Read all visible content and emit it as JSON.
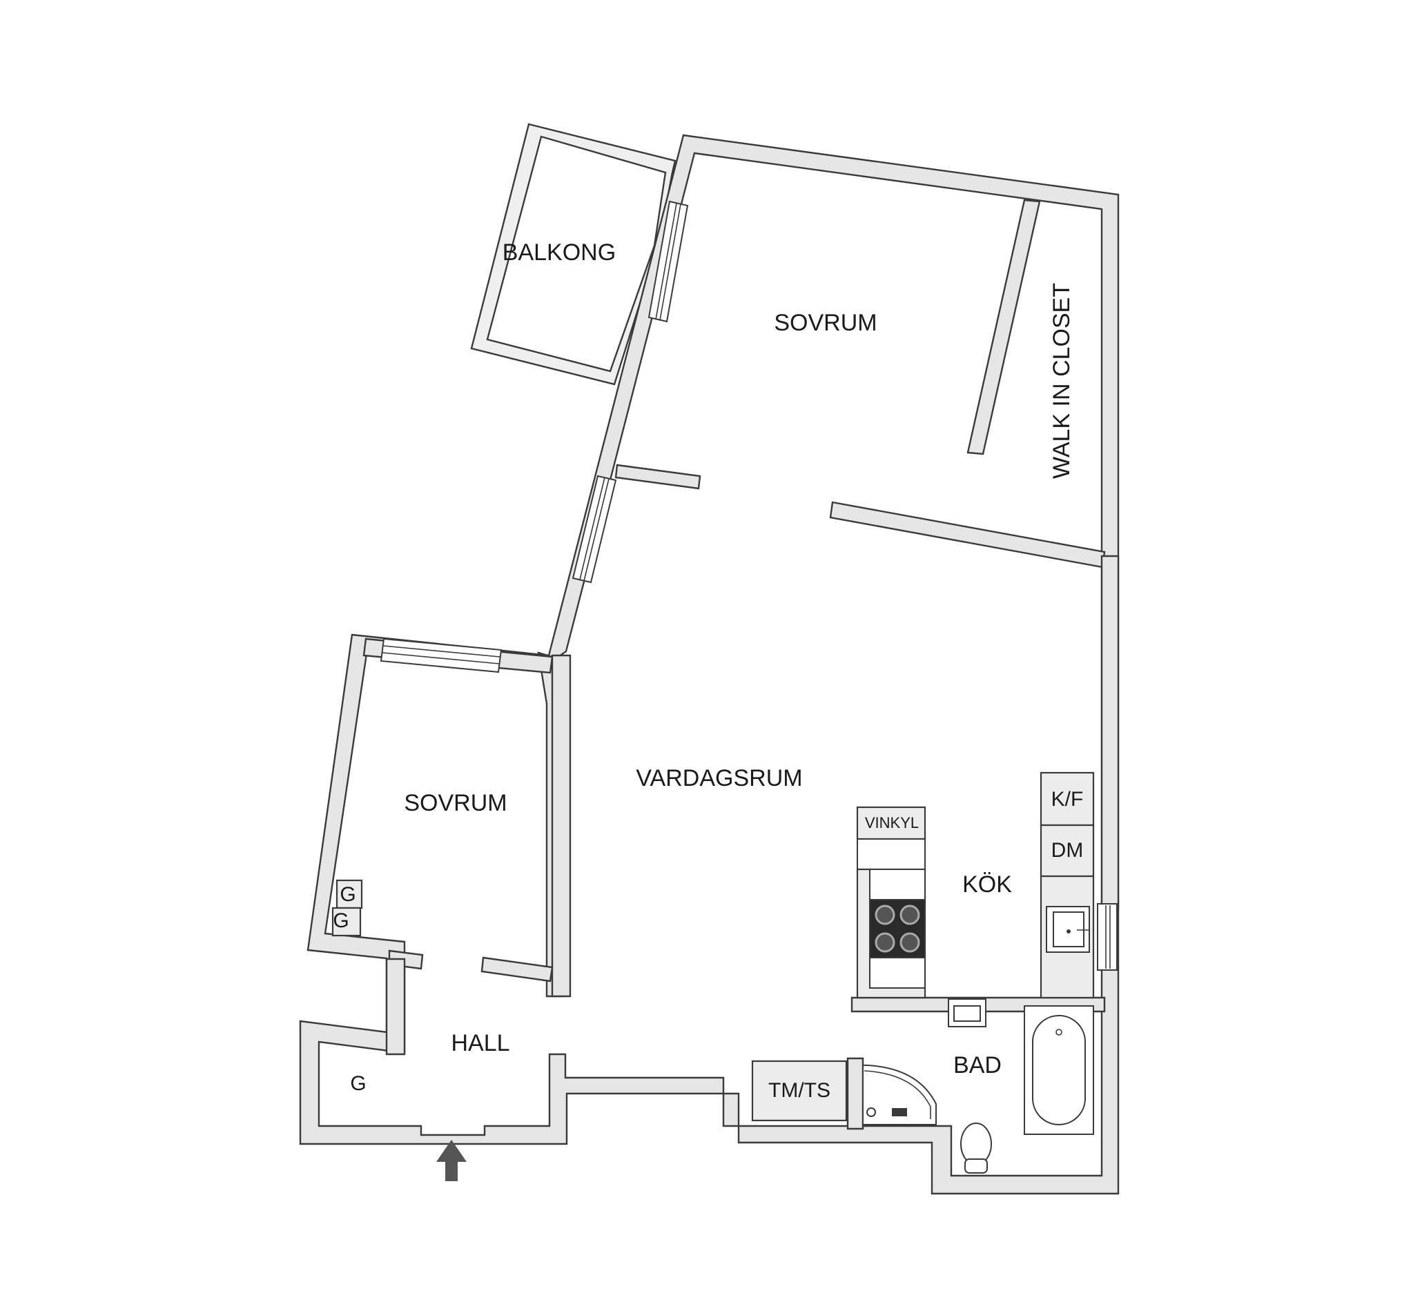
{
  "rooms": {
    "balcony": "BALKONG",
    "bedroom_large": "SOVRUM",
    "walk_in_closet": "WALK IN CLOSET",
    "living_room": "VARDAGSRUM",
    "bedroom_small": "SOVRUM",
    "kitchen": "KÖK",
    "hall": "HALL",
    "bathroom": "BAD"
  },
  "fixtures": {
    "wine_cooler": "VINKYL",
    "fridge_freezer": "K/F",
    "dishwasher": "DM",
    "washer_dryer": "TM/TS",
    "wardrobe_1": "G",
    "wardrobe_2": "G",
    "wardrobe_hall": "G"
  },
  "colors": {
    "wall": "#e6e6e6",
    "line": "#3a3a3a",
    "arrow": "#555555"
  },
  "icons": {
    "entrance": "up-arrow-icon"
  }
}
